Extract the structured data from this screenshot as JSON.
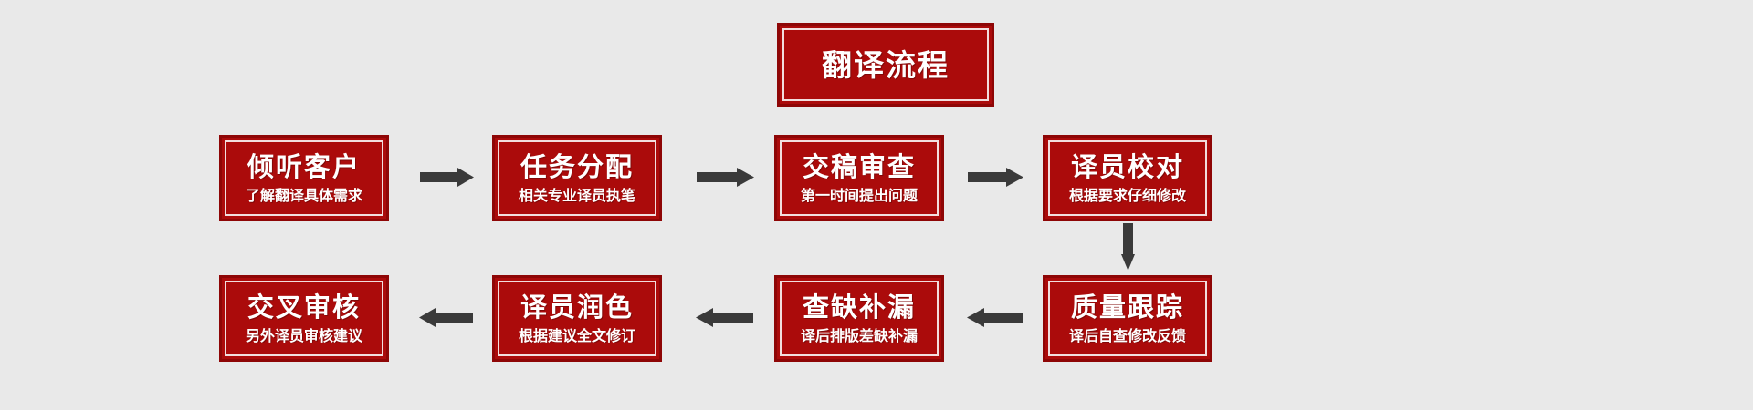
{
  "diagram": {
    "kind": "flowchart",
    "background_color": "#e9e9e9",
    "box_fill_color": "#ab0b0b",
    "box_border_color": "#8e0606",
    "box_inner_border_color": "#f2dede",
    "text_color": "#ffffff",
    "arrow_color": "#3a3a3a",
    "header": {
      "title": "翻译流程"
    },
    "rows": [
      {
        "direction": "left-to-right",
        "steps": [
          {
            "title": "倾听客户",
            "sub": "了解翻译具体需求"
          },
          {
            "title": "任务分配",
            "sub": "相关专业译员执笔"
          },
          {
            "title": "交稿审查",
            "sub": "第一时间提出问题"
          },
          {
            "title": "译员校对",
            "sub": "根据要求仔细修改"
          }
        ]
      },
      {
        "direction": "right-to-left",
        "steps": [
          {
            "title": "交叉审核",
            "sub": "另外译员审核建议"
          },
          {
            "title": "译员润色",
            "sub": "根据建议全文修订"
          },
          {
            "title": "查缺补漏",
            "sub": "译后排版差缺补漏"
          },
          {
            "title": "质量跟踪",
            "sub": "译后自查修改反馈"
          }
        ]
      }
    ],
    "connectors": [
      {
        "name": "arrow-right-1",
        "direction": "right"
      },
      {
        "name": "arrow-right-2",
        "direction": "right"
      },
      {
        "name": "arrow-right-3",
        "direction": "right"
      },
      {
        "name": "arrow-down-1",
        "direction": "down"
      },
      {
        "name": "arrow-left-1",
        "direction": "left"
      },
      {
        "name": "arrow-left-2",
        "direction": "left"
      },
      {
        "name": "arrow-left-3",
        "direction": "left"
      }
    ]
  }
}
